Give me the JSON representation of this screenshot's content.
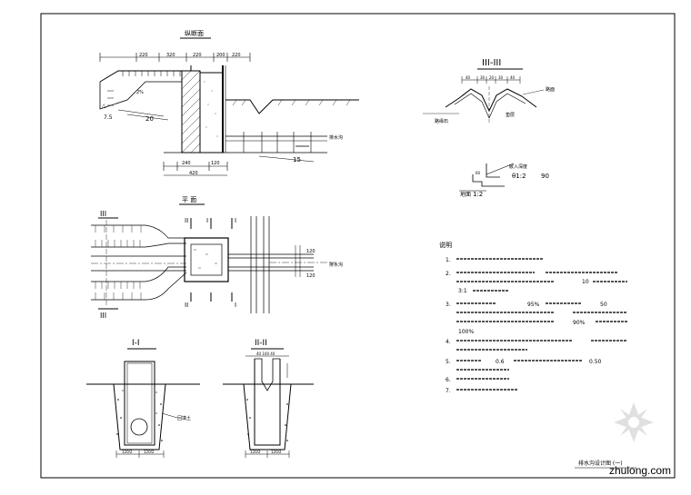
{
  "drawing": {
    "section_label": "III-III",
    "section_1": "I-I",
    "section_2": "II-II",
    "marker_I": "I",
    "marker_II": "II",
    "marker_III": "III",
    "slope_ratio": "1:2",
    "slope_value": "90",
    "dims_top": [
      "220",
      "320",
      "220",
      "200",
      "220"
    ],
    "dims_bottom": [
      "240",
      "420",
      "120"
    ],
    "dim_7": "7.5",
    "dim_20": "20",
    "dim_15": "15",
    "dim_10": "10",
    "dim_120": "120",
    "dim_15_small": "15",
    "notes_title": "说明",
    "notes": [
      "1.",
      "2.",
      "3.",
      "4.",
      "5.",
      "6.",
      "7."
    ],
    "note_fragments": [
      "10",
      "3:1",
      "95%",
      "50",
      "90%",
      "100%",
      "0.6",
      "0.50"
    ],
    "title_block": "排水沟设计图 (一)"
  },
  "watermark": {
    "site": "zhulong.com"
  },
  "colors": {
    "line": "#000000",
    "watermark": "#c8c8c8"
  }
}
